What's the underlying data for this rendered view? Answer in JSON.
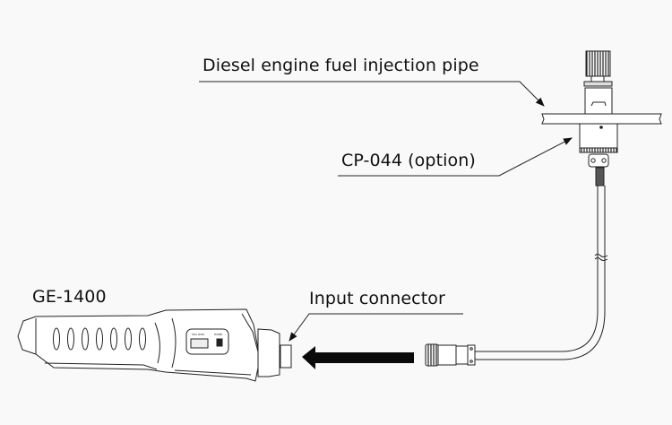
{
  "diagram": {
    "title": "Connection diagram",
    "labels": {
      "pipe": "Diesel engine fuel injection pipe",
      "sensor": "CP-044 (option)",
      "device": "GE-1400",
      "connector": "Input connector"
    },
    "device_panel": {
      "left_marking": "TRIG LEVEL",
      "right_marking": "POWER"
    },
    "colors": {
      "background": "#f9f9f9",
      "line": "#111111",
      "arrow": "#0a0a0a"
    }
  }
}
